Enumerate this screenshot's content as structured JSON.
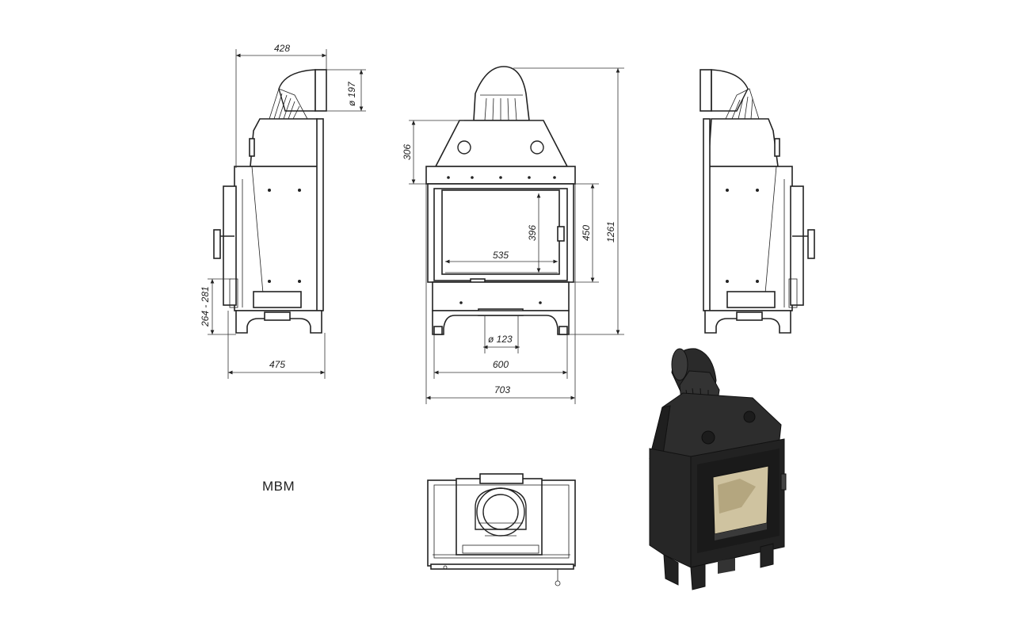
{
  "model_label": "MBM",
  "dimensions": {
    "side_top_width": "428",
    "flue_diameter": "ø 197",
    "side_inlet_height": "264 - 281",
    "side_depth": "475",
    "front_hood_height": "306",
    "front_glass_height": "396",
    "front_glass_width": "535",
    "front_door_height": "450",
    "front_total_height": "1261",
    "front_air_inlet_diameter": "ø 123",
    "front_base_width": "600",
    "front_total_width": "703"
  },
  "colors": {
    "line": "#222222",
    "body_3d": "#2b2b2b",
    "glass_3d": "#cfc3a0"
  }
}
